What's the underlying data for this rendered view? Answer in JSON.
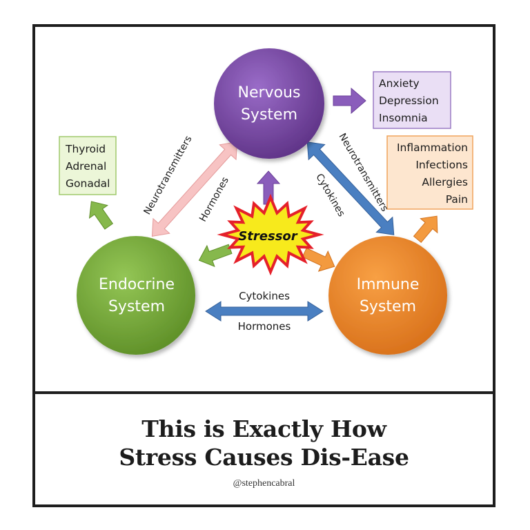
{
  "nodes": {
    "nervous": {
      "line1": "Nervous",
      "line2": "System",
      "color": "#7a4aa8"
    },
    "endocrine": {
      "line1": "Endocrine",
      "line2": "System",
      "color": "#79ad3c"
    },
    "immune": {
      "line1": "Immune",
      "line2": "System",
      "color": "#ee8826"
    }
  },
  "center": {
    "label": "Stressor",
    "fill": "#f7ea1c",
    "stroke": "#e5202a"
  },
  "boxes": {
    "endocrine_effects": [
      "Thyroid",
      "Adrenal",
      "Gonadal"
    ],
    "nervous_effects": [
      "Anxiety",
      "Depression",
      "Insomnia"
    ],
    "immune_effects": [
      "Inflammation",
      "Infections",
      "Allergies",
      "Pain"
    ]
  },
  "links": {
    "nervous_endocrine": {
      "label_a": "Neurotransmitters",
      "label_b": "Hormones",
      "color": "#f2b4b4"
    },
    "nervous_immune": {
      "label_a": "Neurotransmitters",
      "label_b": "Cytokines",
      "color": "#4a7fc1"
    },
    "endocrine_immune": {
      "label_a": "Cytokines",
      "label_b": "Hormones",
      "color": "#4a7fc1"
    }
  },
  "caption": {
    "title_line1": "This is Exactly How",
    "title_line2": "Stress Causes Dis-Ease",
    "handle": "@stephencabral"
  }
}
